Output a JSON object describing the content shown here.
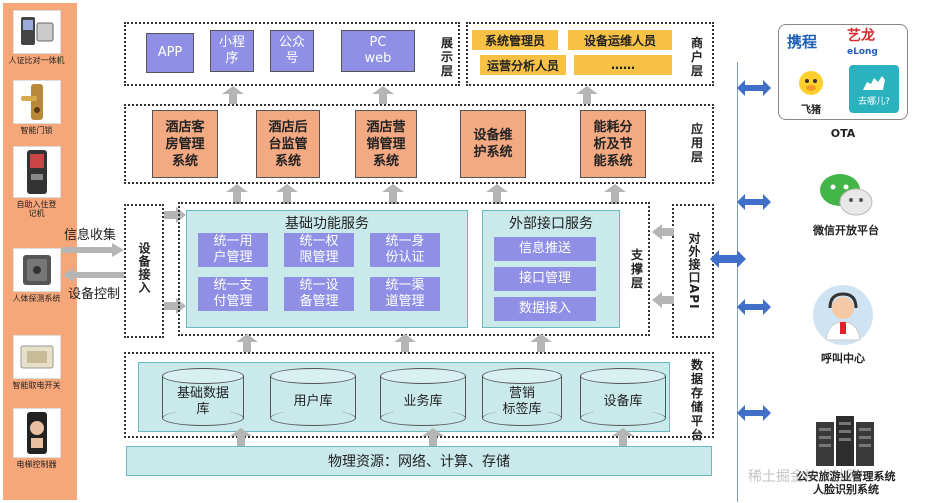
{
  "sidebar": {
    "devices": [
      {
        "label": "人证比对一体机",
        "icon": "id-verification-terminal-icon"
      },
      {
        "label": "智能门锁",
        "icon": "smart-door-lock-icon"
      },
      {
        "label": "自助入住登记机",
        "icon": "self-checkin-kiosk-icon"
      },
      {
        "label": "人体探测系统",
        "icon": "body-detection-sensor-icon"
      },
      {
        "label": "智能取电开关",
        "icon": "smart-power-switch-icon"
      },
      {
        "label": "电梯控制器",
        "icon": "elevator-controller-icon"
      }
    ]
  },
  "left_arrows": {
    "collect": "信息收集",
    "control": "设备控制"
  },
  "device_access": {
    "label": "设备接入"
  },
  "presentation": {
    "label": "展示层",
    "items": [
      "APP",
      "小程\n序",
      "公众\n号",
      "PC\nweb"
    ]
  },
  "merchant": {
    "label": "商户层",
    "roles": [
      "系统管理员",
      "设备运维人员",
      "运营分析人员",
      "……"
    ]
  },
  "application": {
    "label": "应用层",
    "systems": [
      "酒店客\n房管理\n系统",
      "酒店后\n台监管\n系统",
      "酒店营\n销管理\n系统",
      "设备维\n护系统",
      "能耗分\n析及节\n能系统"
    ]
  },
  "support": {
    "label": "支撑层",
    "basic_title": "基础功能服务",
    "basic_items": [
      "统一用\n户管理",
      "统一权\n限管理",
      "统一身\n份认证",
      "统一支\n付管理",
      "统一设\n备管理",
      "统一渠\n道管理"
    ],
    "external_title": "外部接口服务",
    "external_items": [
      "信息推送",
      "接口管理",
      "数据接入"
    ]
  },
  "external_api": {
    "label": "对外接口API"
  },
  "storage": {
    "label": "数据存储平台",
    "dbs": [
      "基础数据\n库",
      "用户库",
      "业务库",
      "营销\n标签库",
      "设备库"
    ]
  },
  "physical": {
    "label": "物理资源：网络、计算、存储"
  },
  "partners": [
    {
      "label": "OTA",
      "logos": [
        "携程",
        "艺龙",
        "eLong",
        "飞猪",
        "去哪儿?"
      ]
    },
    {
      "label": "微信开放平台"
    },
    {
      "label": "呼叫中心"
    },
    {
      "label": "公安旅游业管理系统\n人脸识别系统"
    }
  ],
  "watermark": "稀土掘金技术社区",
  "colors": {
    "sidebar": "#f6a77a",
    "blue": "#8f8fe6",
    "orange": "#f3a981",
    "yellow": "#f7c146",
    "teal": "#c9e9ea",
    "arrow_blue": "#3f6fc9"
  }
}
